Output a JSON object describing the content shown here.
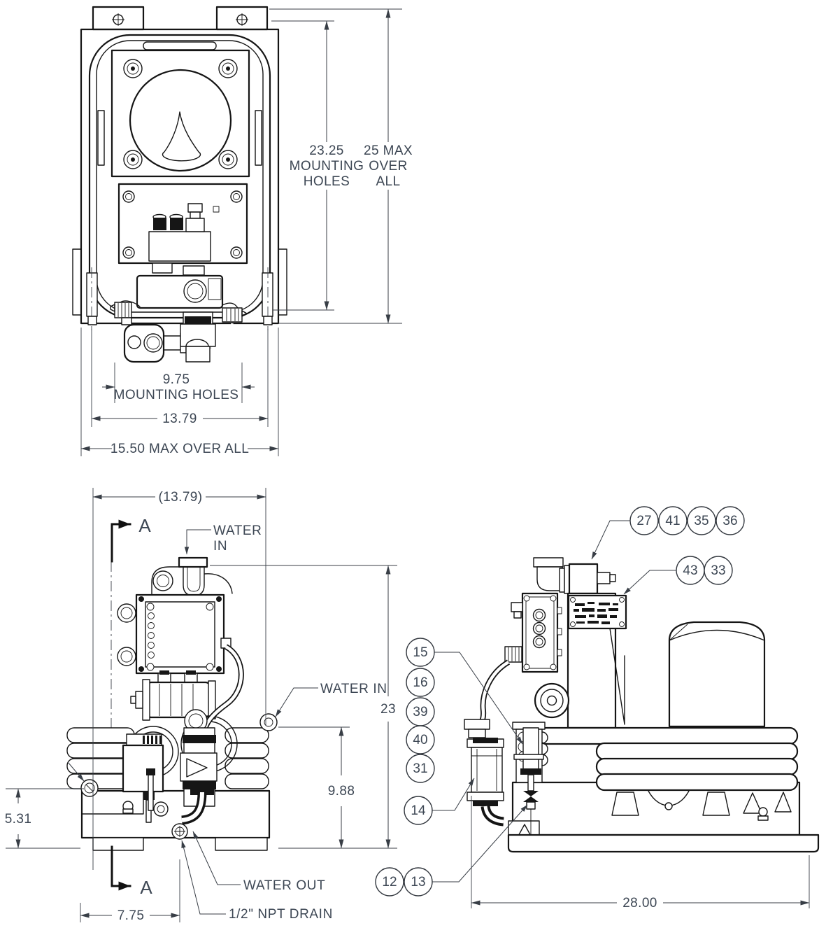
{
  "top_view": {
    "dim_mounting_holes_vertical": {
      "line1": "23.25",
      "line2": "MOUNTING",
      "line3": "HOLES"
    },
    "dim_overall_vertical": {
      "line1": "25 MAX",
      "line2": "OVER",
      "line3": "ALL"
    },
    "dim_mounting_holes_horizontal": {
      "line1": "9.75",
      "line2": "MOUNTING HOLES"
    },
    "dim_width": "13.79",
    "dim_overall_width": "15.50 MAX OVER ALL"
  },
  "front_view": {
    "dim_width_ref": "(13.79)",
    "dim_height": "23",
    "dim_water_in_height": "9.88",
    "dim_base_height": "5.31",
    "dim_drain_offset": "7.75",
    "label_water_in_top": {
      "line1": "WATER",
      "line2": "IN"
    },
    "label_water_in_right": "WATER IN",
    "label_water_out": "WATER OUT",
    "label_drain": "1/2\" NPT DRAIN",
    "section_marker": "A"
  },
  "side_view": {
    "dim_length": "28.00",
    "balloons_top": [
      "27",
      "41",
      "35",
      "36"
    ],
    "balloons_plate": [
      "43",
      "33"
    ],
    "balloons_left": [
      "15",
      "16",
      "39",
      "40",
      "31"
    ],
    "balloon_strainer": "14",
    "balloons_valve": [
      "12",
      "13"
    ]
  }
}
